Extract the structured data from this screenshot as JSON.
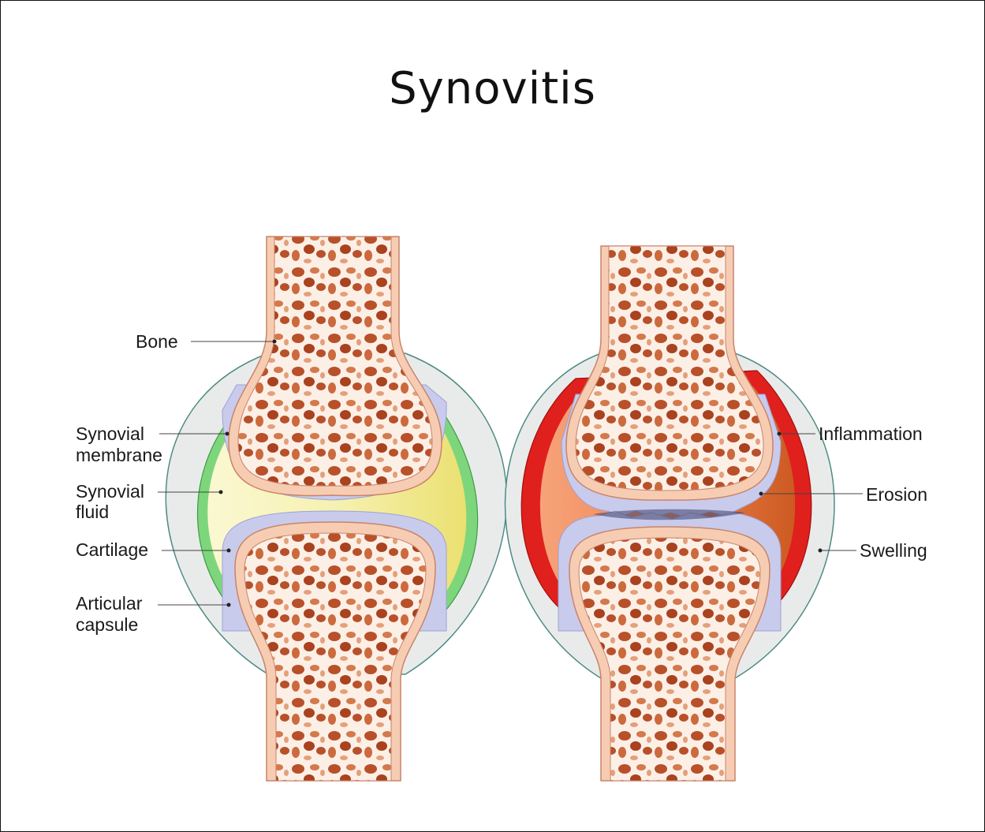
{
  "title": "Synovitis",
  "left_labels": {
    "bone": "Bone",
    "synovial_membrane": [
      "Synovial",
      "membrane"
    ],
    "synovial_fluid": [
      "Synovial",
      "fluid"
    ],
    "cartilage": "Cartilage",
    "articular_capsule": [
      "Articular",
      "capsule"
    ]
  },
  "right_labels": {
    "inflammation": "Inflammation",
    "erosion": "Erosion",
    "swelling": "Swelling"
  },
  "colors": {
    "bone_outer": "#f6cdb3",
    "bone_pore": "#b8502a",
    "bone_trabecula": "#fcefe6",
    "cartilage": "#c9cbec",
    "synovial_fluid": "#f4ee9e",
    "synovial_membrane": "#7ed67c",
    "capsule": "#e9ebeb",
    "inflammation": "#e0201c",
    "inflamed_fluid": "#f07a3c"
  }
}
